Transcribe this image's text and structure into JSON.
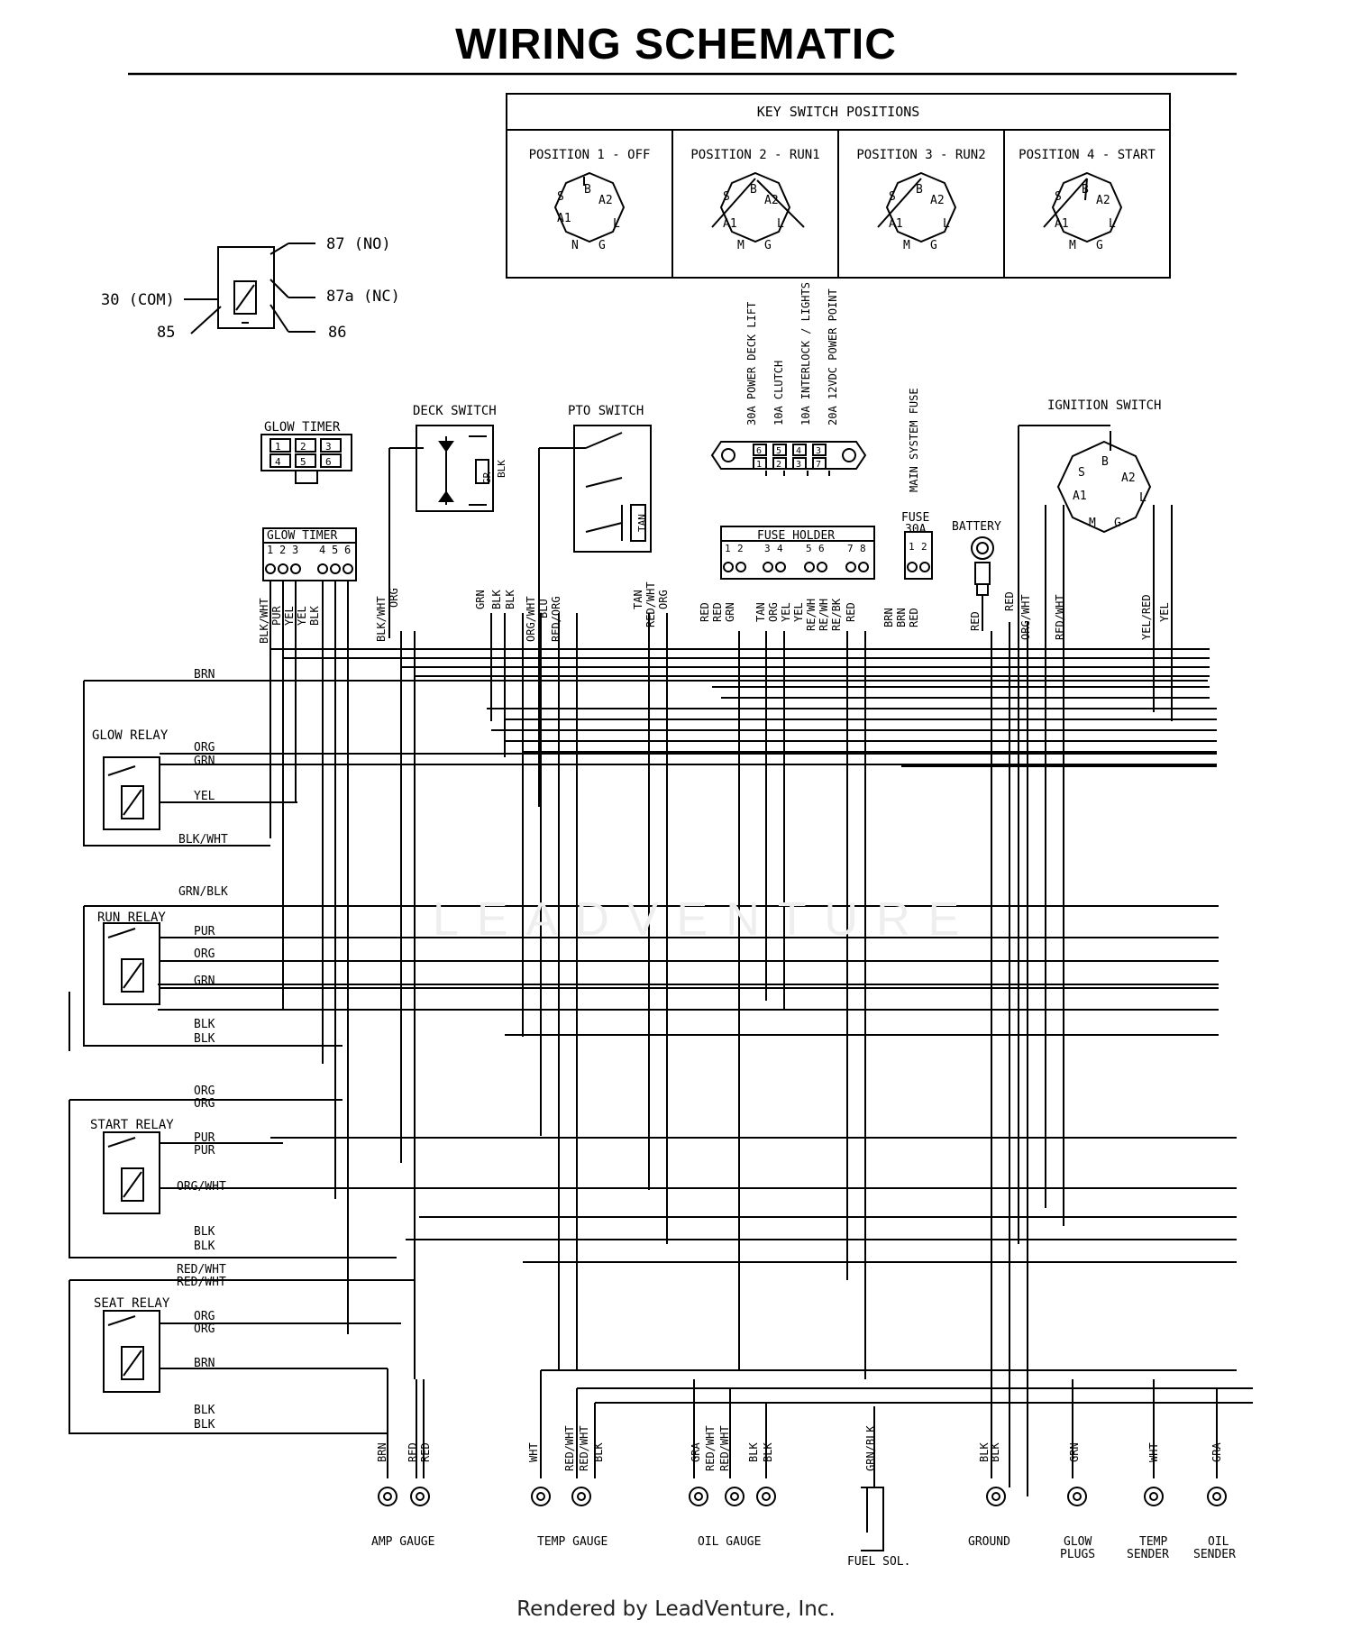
{
  "title": "WIRING SCHEMATIC",
  "footer": "Rendered by LeadVenture, Inc.",
  "watermark": "LEADVENTURE",
  "key_switch": {
    "header": "KEY SWITCH POSITIONS",
    "positions": [
      {
        "label": "POSITION 1 - OFF",
        "terms": [
          "S",
          "B",
          "A2",
          "A1",
          "L",
          "N",
          "G"
        ]
      },
      {
        "label": "POSITION 2 - RUN1",
        "terms": [
          "S",
          "B",
          "A2",
          "A1",
          "L",
          "M",
          "G"
        ]
      },
      {
        "label": "POSITION 3 - RUN2",
        "terms": [
          "S",
          "B",
          "A2",
          "A1",
          "L",
          "M",
          "G"
        ]
      },
      {
        "label": "POSITION 4 - START",
        "terms": [
          "S",
          "B",
          "A2",
          "A1",
          "L",
          "M",
          "G"
        ]
      }
    ]
  },
  "relay_legend": {
    "no": "87 (NO)",
    "nc": "87a (NC)",
    "com": "30 (COM)",
    "t85": "85",
    "t86": "86"
  },
  "components": {
    "glow_timer": "GLOW TIMER",
    "glow_timer_pins": [
      "1",
      "2",
      "3",
      "4",
      "5",
      "6"
    ],
    "glow_timer_conn": "GLOW TIMER",
    "conn_pins": [
      "1",
      "2",
      "3",
      "4",
      "5",
      "6"
    ],
    "deck_switch": "DECK SWITCH",
    "deck_wires": [
      "GR",
      "BLK"
    ],
    "pto_switch": "PTO SWITCH",
    "pto_wire": "TAN",
    "fuse_block_labels": [
      "30A POWER DECK LIFT",
      "10A CLUTCH",
      "10A INTERLOCK / LIGHTS",
      "20A 12VDC POWER POINT"
    ],
    "fuse_block_top": [
      "6",
      "5",
      "4",
      "3"
    ],
    "fuse_block_bottom": [
      "1",
      "2",
      "3",
      "7"
    ],
    "main_fuse": "MAIN SYSTEM FUSE",
    "fuse_holder": "FUSE HOLDER",
    "fuse_holder_pins": [
      "1",
      "2",
      "3",
      "4",
      "5",
      "6",
      "7",
      "8"
    ],
    "fuse30": "FUSE",
    "fuse30_rating": "30A",
    "fuse30_pins": [
      "1",
      "2"
    ],
    "battery": "BATTERY",
    "ignition_switch": "IGNITION SWITCH",
    "ignition_terms": [
      "S",
      "B",
      "A2",
      "A1",
      "L",
      "M",
      "G"
    ]
  },
  "top_wire_labels": [
    "BLK/WHT",
    "PUR",
    "YEL",
    "YEL",
    "BLK",
    "BLK/WHT",
    "ORG",
    "GRN",
    "BLK",
    "BLK",
    "ORG/WHT",
    "BLU",
    "RED/ORG",
    "TAN",
    "RED/WHT",
    "ORG",
    "RED",
    "RED",
    "GRN",
    "TAN",
    "ORG",
    "YEL",
    "YEL",
    "RE/WH",
    "RE/WH",
    "RE/BK",
    "RED",
    "BRN",
    "BRN",
    "RED",
    "RED",
    "RED",
    "ORG/WHT",
    "RED/WHT",
    "YEL/RED",
    "YEL"
  ],
  "relays": [
    {
      "name": "GLOW RELAY",
      "wires": [
        "BRN",
        "ORG",
        "GRN",
        "YEL",
        "BLK/WHT"
      ]
    },
    {
      "name": "RUN RELAY",
      "wires": [
        "GRN/BLK",
        "PUR",
        "ORG",
        "GRN",
        "BLK",
        "BLK"
      ]
    },
    {
      "name": "START RELAY",
      "wires": [
        "ORG",
        "ORG",
        "PUR",
        "PUR",
        "ORG/WHT",
        "BLK",
        "BLK"
      ]
    },
    {
      "name": "SEAT RELAY",
      "wires": [
        "RED/WHT",
        "RED/WHT",
        "ORG",
        "ORG",
        "BRN",
        "BLK",
        "BLK"
      ]
    }
  ],
  "bottom_wire_labels": [
    "BRN",
    "RED",
    "RED",
    "WHT",
    "RED/WHT",
    "RED/WHT",
    "BLK",
    "GRA",
    "RED/WHT",
    "RED/WHT",
    "BLK",
    "BLK",
    "GRN/BLK",
    "BLK",
    "BLK",
    "GRN",
    "WHT",
    "GRA"
  ],
  "bottom_components": [
    "AMP GAUGE",
    "TEMP GAUGE",
    "OIL GAUGE",
    "FUEL SOL.",
    "GROUND",
    "GLOW",
    "PLUGS",
    "TEMP",
    "SENDER",
    "OIL",
    "SENDER"
  ]
}
